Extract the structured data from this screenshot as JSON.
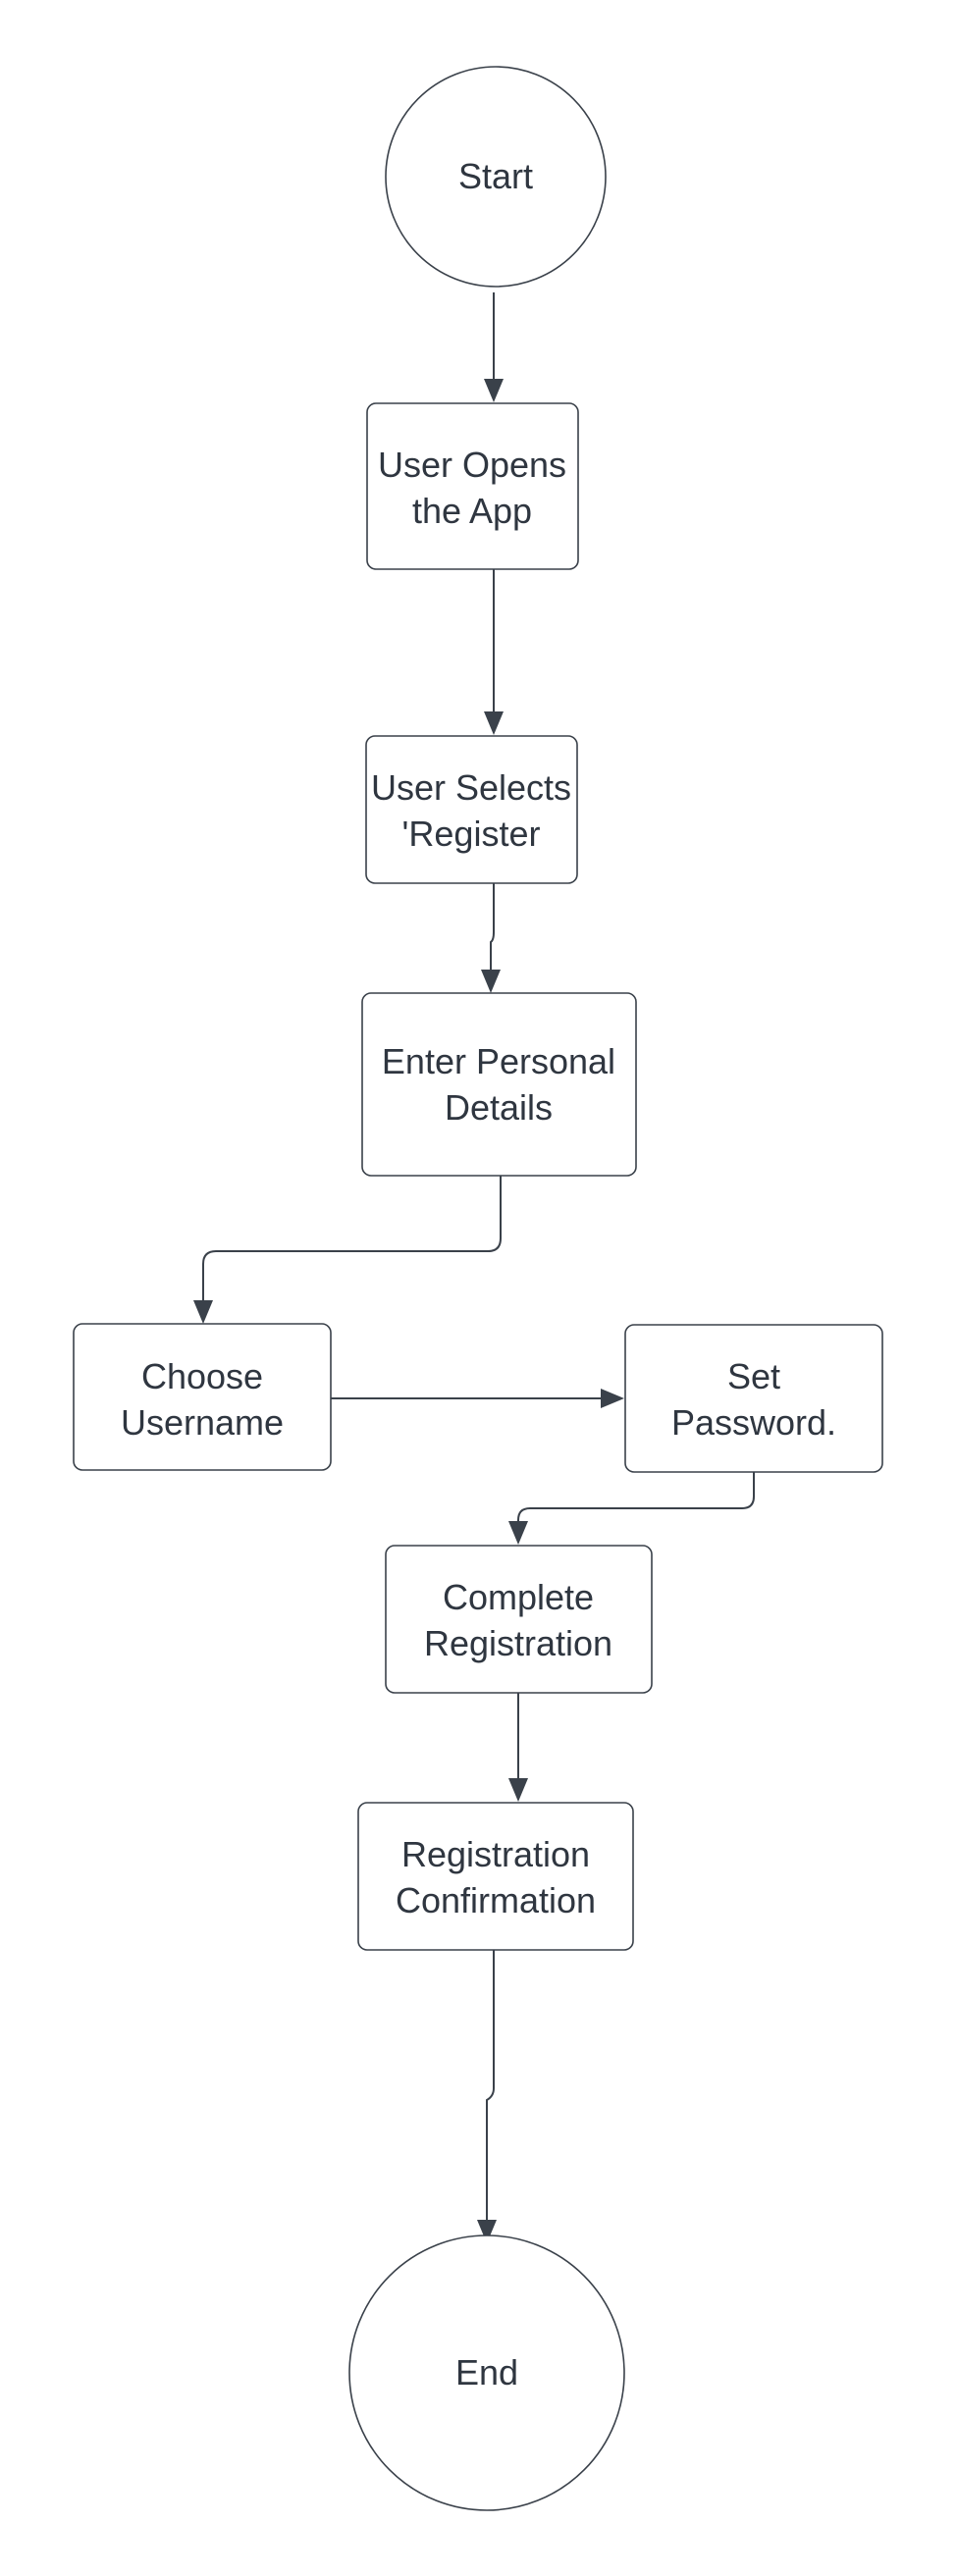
{
  "diagram": {
    "nodes": {
      "start": {
        "lines": [
          "Start"
        ]
      },
      "open_app": {
        "lines": [
          "User Opens",
          "the App"
        ]
      },
      "select_register": {
        "lines": [
          "User Selects",
          "'Register"
        ]
      },
      "personal_details": {
        "lines": [
          "Enter Personal",
          "Details"
        ]
      },
      "choose_username": {
        "lines": [
          "Choose",
          "Username"
        ]
      },
      "set_password": {
        "lines": [
          "Set",
          "Password."
        ]
      },
      "complete_registration": {
        "lines": [
          "Complete",
          "Registration"
        ]
      },
      "registration_confirmation": {
        "lines": [
          "Registration",
          "Confirmation"
        ]
      },
      "end": {
        "lines": [
          "End"
        ]
      }
    }
  }
}
